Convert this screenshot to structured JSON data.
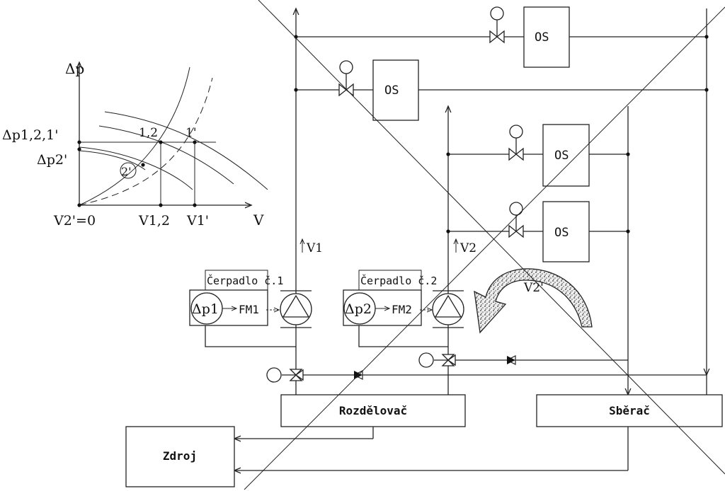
{
  "graph": {
    "y_axis": "Δp",
    "x_axis": "V",
    "y_label_top": "Δp1,2,1'",
    "y_label_low": "Δp2'",
    "pt_12": "1,2",
    "pt_1p": "1'",
    "pt_2p": "2'",
    "x_tick_0": "V2'=0",
    "x_tick_1": "V1,2",
    "x_tick_2": "V1'"
  },
  "consumers": {
    "os1": "OS",
    "os2": "OS",
    "os3": "OS",
    "os4": "OS"
  },
  "pumps": {
    "p1": {
      "title": "Čerpadlo č.1",
      "dp": "Δp1",
      "fm": "FM1",
      "flow": "V1"
    },
    "p2": {
      "title": "Čerpadlo č.2",
      "dp": "Δp2",
      "fm": "FM2",
      "flow": "V2"
    }
  },
  "reverse_flow": "V2'",
  "blocks": {
    "rozdelovac": "Rozdělovač",
    "sberac": "Sběrač",
    "zdroj": "Zdroj"
  }
}
